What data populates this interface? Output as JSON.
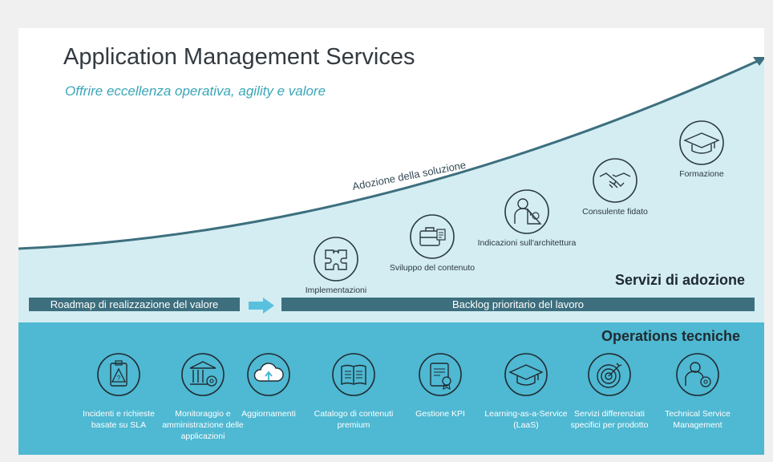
{
  "title": "Application Management Services",
  "subtitle": "Offrire eccellenza operativa, agility e valore",
  "curve_label": "Adozione della soluzione",
  "adoption": {
    "heading": "Servizi di adozione",
    "items": [
      {
        "label": "Implementazioni",
        "icon": "puzzle-icon"
      },
      {
        "label": "Sviluppo del contenuto",
        "icon": "briefcase-icon"
      },
      {
        "label": "Indicazioni sull'architettura",
        "icon": "architect-icon"
      },
      {
        "label": "Consulente fidato",
        "icon": "handshake-icon"
      },
      {
        "label": "Formazione",
        "icon": "graduation-cap-icon"
      }
    ]
  },
  "bars": {
    "roadmap": "Roadmap di realizzazione del valore",
    "backlog": "Backlog prioritario del lavoro"
  },
  "operations": {
    "heading": "Operations tecniche",
    "items": [
      {
        "label": "Incidenti e richieste basate su SLA",
        "icon": "warning-clipboard-icon"
      },
      {
        "label": "Monitoraggio e amministrazione delle applicazioni",
        "icon": "building-gear-icon"
      },
      {
        "label": "Aggiornamenti",
        "icon": "cloud-upload-icon"
      },
      {
        "label": "Catalogo di contenuti premium",
        "icon": "book-icon"
      },
      {
        "label": "Gestione KPI",
        "icon": "certificate-icon"
      },
      {
        "label": "Learning-as-a-Service (LaaS)",
        "icon": "graduation-cap-icon"
      },
      {
        "label": "Servizi differenziati specifici per prodotto",
        "icon": "target-icon"
      },
      {
        "label": "Technical Service Management",
        "icon": "user-gear-icon"
      }
    ]
  },
  "colors": {
    "light_band": "#d3edf3",
    "dark_band": "#4fb8d2",
    "bar": "#3d6f7e",
    "curve": "#3d6f7e",
    "arrow": "#59c1dd",
    "subtitle": "#3aa6b8"
  }
}
